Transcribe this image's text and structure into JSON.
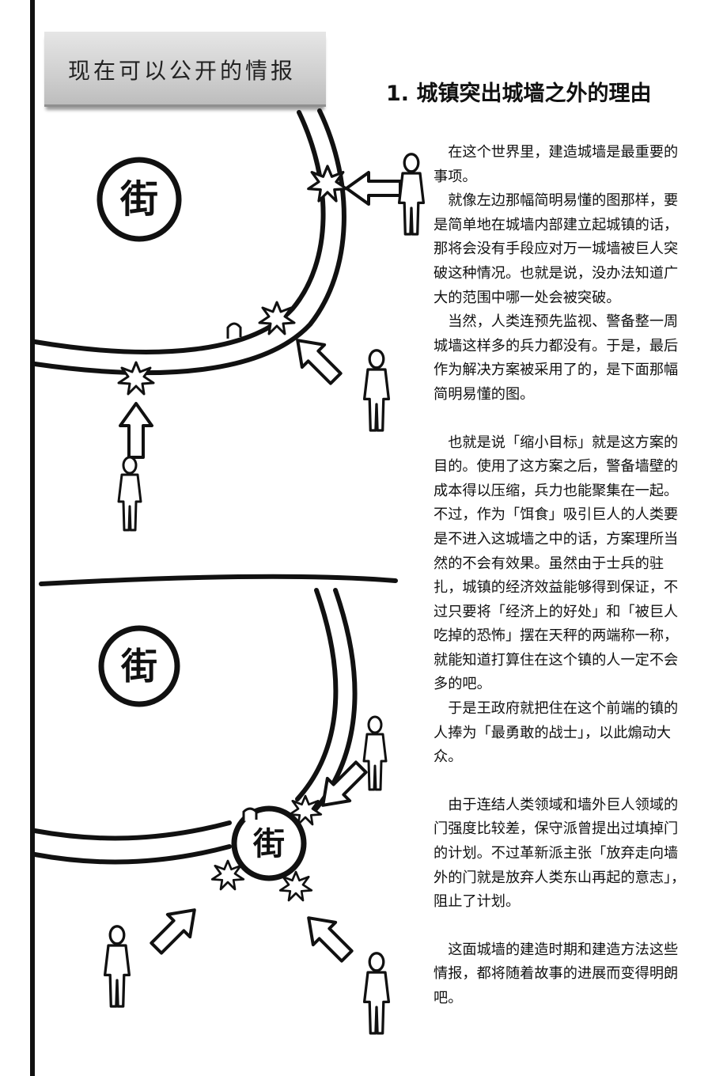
{
  "header": {
    "banner_label": "现在可以公开的情报",
    "section_title": "1. 城镇突出城墙之外的理由"
  },
  "illustration": {
    "town_glyph": "街"
  },
  "article": {
    "paragraphs": [
      "在这个世界里，建造城墙是最重要的事项。",
      "就像左边那幅简明易懂的图那样，要是简单地在城墙内部建立起城镇的话，那将会没有手段应对万一城墙被巨人突破这种情况。也就是说，没办法知道广大的范围中哪一处会被突破。",
      "当然，人类连预先监视、警备整一周城墙这样多的兵力都没有。于是，最后作为解决方案被采用了的，是下面那幅简明易懂的图。",
      "也就是说「缩小目标」就是这方案的目的。使用了这方案之后，警备墙壁的成本得以压缩，兵力也能聚集在一起。不过，作为「饵食」吸引巨人的人类要是不进入这城墙之中的话，方案理所当然的不会有效果。虽然由于士兵的驻扎，城镇的经济效益能够得到保证，不过只要将「经济上的好处」和「被巨人吃掉的恐怖」摆在天秤的两端称一称，就能知道打算住在这个镇的人一定不会多的吧。",
      "于是王政府就把住在这个前端的镇的人捧为「最勇敢的战士」，以此煽动大众。",
      "由于连结人类领域和墙外巨人领域的门强度比较差，保守派曾提出过填掉门的计划。不过革新派主张「放弃走向墙外的门就是放弃人类东山再起的意志」，阻止了计划。",
      "这面城墙的建造时期和建造方法这些情报，都将随着故事的进展而变得明朗吧。"
    ]
  }
}
